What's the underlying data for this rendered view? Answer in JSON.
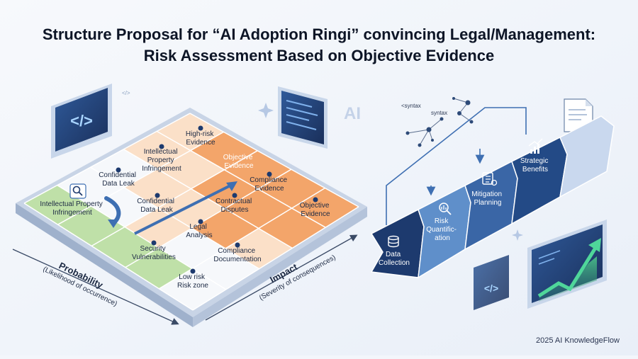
{
  "title": {
    "line1": "Structure Proposal for “AI Adoption Ringi” convincing Legal/Management:",
    "line2": "Risk Assessment Based on Objective Evidence"
  },
  "matrix": {
    "axis_probability": "Probability",
    "axis_probability_sub": "(Likelihood of occurrence)",
    "axis_impact": "Impact",
    "axis_impact_sub": "(Severity of consequences)",
    "cells": {
      "high_risk": [
        "High-risk",
        "Evidence"
      ],
      "ip_top": [
        "Intellectual",
        "Property",
        "Infringement"
      ],
      "objective": [
        "Objective",
        "Evidence"
      ],
      "conf_top": [
        "Confidential",
        "Data Leak"
      ],
      "compliance_ev": [
        "Compliance",
        "Evidence"
      ],
      "ip_left": [
        "Intellectual Property",
        "Infringement"
      ],
      "conf_mid": [
        "Confidential",
        "Data Leak"
      ],
      "contract": [
        "Contractual",
        "Disputes"
      ],
      "objective2": [
        "Objective",
        "Evidence"
      ],
      "legal": [
        "Legal",
        "Analysis"
      ],
      "security": [
        "Security",
        "Vulnerabilities"
      ],
      "compliance_doc": [
        "Compliance",
        "Documentation"
      ],
      "low_risk": [
        "Low risk",
        "Risk zone"
      ]
    }
  },
  "process": {
    "steps": [
      {
        "label": [
          "Data",
          "Collection"
        ],
        "icon": "database-icon"
      },
      {
        "label": [
          "Risk",
          "Quantific-",
          "ation"
        ],
        "icon": "magnifier-chart-icon"
      },
      {
        "label": [
          "Mitigation",
          "Planning"
        ],
        "icon": "checklist-icon"
      },
      {
        "label": [
          "Strategic",
          "Benefits"
        ],
        "icon": "growth-chart-icon"
      }
    ],
    "syntax_labels": [
      "<syntax",
      "syntax"
    ]
  },
  "decor": {
    "code_icon": "</>",
    "code_small": "</>",
    "ai_label": "AI"
  },
  "footer": "2025 AI KnowledgeFlow",
  "colors": {
    "navy": "#1d3a6e",
    "mid_blue": "#3f6fae",
    "light_blue": "#8fb2db",
    "orange": "#f0a064",
    "green": "#b9dca3",
    "cream": "#fde3cf"
  }
}
